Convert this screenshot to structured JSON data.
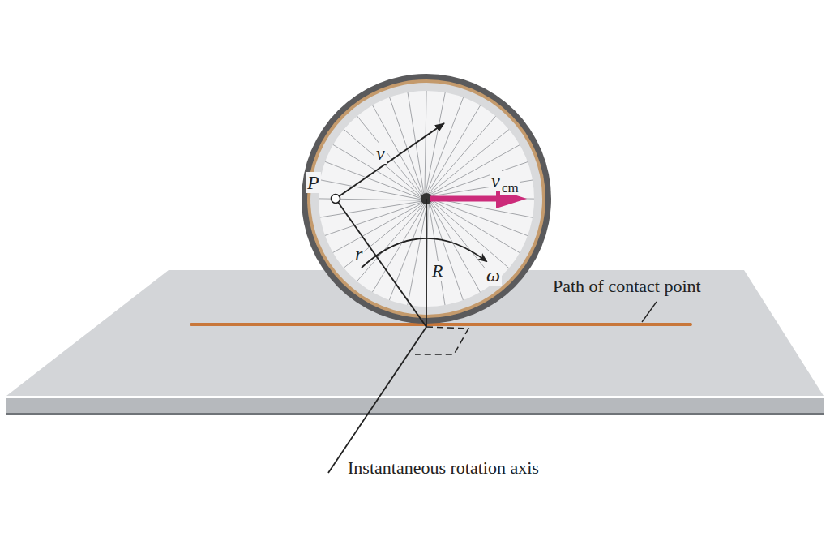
{
  "diagram": {
    "labels": [
      "P",
      "v",
      "v",
      "cm",
      "r",
      "R",
      "ω",
      "Path of contact point",
      "Instantaneous rotation axis"
    ]
  }
}
